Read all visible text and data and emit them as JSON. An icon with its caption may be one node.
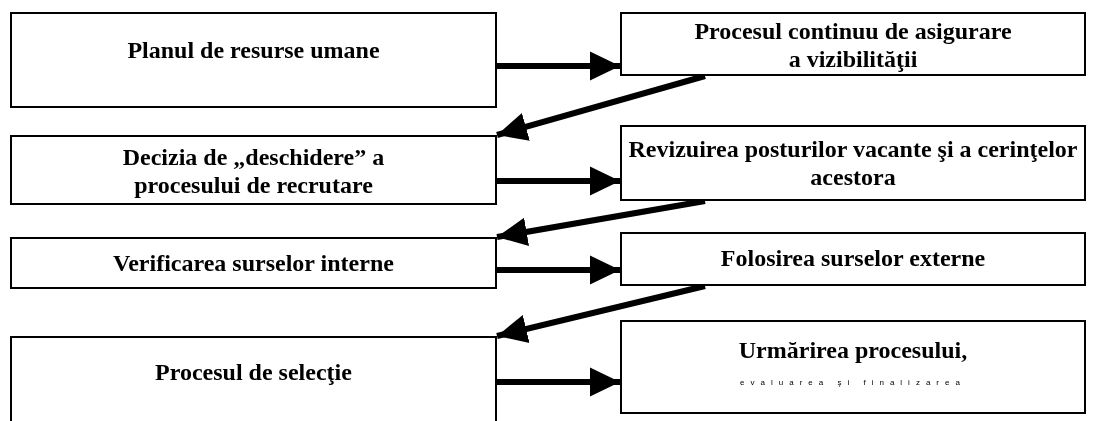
{
  "diagram": {
    "nodes": [
      {
        "text": [
          "Planul de resurse umane"
        ]
      },
      {
        "text": [
          "Procesul continuu de asigurare a vizibilităţii"
        ]
      },
      {
        "text": [
          "Decizia de „deschidere” a procesului de recrutare"
        ]
      },
      {
        "text": [
          "Revizuirea posturilor vacante şi a cerinţelor acestora"
        ]
      },
      {
        "text": [
          "Verificarea surselor interne"
        ]
      },
      {
        "text": [
          "Folosirea surselor externe"
        ]
      },
      {
        "text": [
          "Procesul de selecţie"
        ]
      },
      {
        "text": [
          "Urmărirea procesului,",
          "evaluarea şi finalizarea"
        ]
      }
    ],
    "edges": [
      {
        "from": 0,
        "to": 1,
        "arrow": "to"
      },
      {
        "from": 1,
        "to": 2,
        "arrow": "to"
      },
      {
        "from": 2,
        "to": 3,
        "arrow": "to"
      },
      {
        "from": 3,
        "to": 4,
        "arrow": "to"
      },
      {
        "from": 4,
        "to": 5,
        "arrow": "to"
      },
      {
        "from": 5,
        "to": 6,
        "arrow": "to"
      },
      {
        "from": 6,
        "to": 7,
        "arrow": "to"
      }
    ]
  }
}
